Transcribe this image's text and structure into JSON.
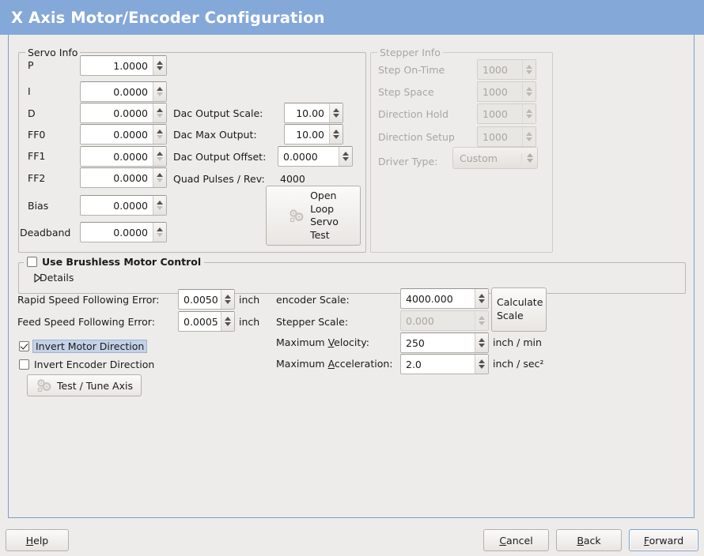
{
  "window": {
    "title": "X Axis Motor/Encoder Configuration",
    "title_bg": "#84a8d8",
    "panel_border": "#7e9ec9",
    "page_bg": "#edecea"
  },
  "servo_info": {
    "frame_label": "Servo Info",
    "rows": [
      {
        "label": "P",
        "value": "1.0000"
      },
      {
        "label": "I",
        "value": "0.0000"
      },
      {
        "label": "D",
        "value": "0.0000"
      },
      {
        "label": "FF0",
        "value": "0.0000"
      },
      {
        "label": "FF1",
        "value": "0.0000"
      },
      {
        "label": "FF2",
        "value": "0.0000"
      },
      {
        "label": "Bias",
        "value": "0.0000"
      },
      {
        "label": "Deadband",
        "value": "0.0000"
      }
    ],
    "dac": {
      "output_scale_label": "Dac Output Scale:",
      "output_scale_value": "10.00",
      "max_output_label": "Dac Max Output:",
      "max_output_value": "10.00",
      "output_offset_label": "Dac Output Offset:",
      "output_offset_value": "0.0000",
      "quad_pulses_label": "Quad Pulses / Rev:",
      "quad_pulses_value": "4000"
    },
    "open_loop_button": {
      "line1": "Open",
      "line2": "Loop",
      "line3": "Servo",
      "line4": "Test",
      "icon": "gears-icon"
    }
  },
  "stepper_info": {
    "frame_label": "Stepper Info",
    "disabled": true,
    "rows": [
      {
        "label": "Step On-Time",
        "value": "1000"
      },
      {
        "label": "Step Space",
        "value": "1000"
      },
      {
        "label": "Direction Hold",
        "value": "1000"
      },
      {
        "label": "Direction Setup",
        "value": "1000"
      }
    ],
    "driver_type_label": "Driver Type:",
    "driver_type_value": "Custom"
  },
  "brushless": {
    "checkbox_label": "Use Brushless Motor Control",
    "checked": false,
    "details_label": "Details",
    "details_expanded": false
  },
  "following_error": {
    "rapid_label": "Rapid Speed Following Error:",
    "rapid_value": "0.0050",
    "rapid_units": "inch",
    "feed_label": "Feed Speed Following Error:",
    "feed_value": "0.0005",
    "feed_units": "inch"
  },
  "invert": {
    "motor_label": "Invert Motor Direction",
    "motor_checked": true,
    "motor_focused": true,
    "encoder_label": "Invert Encoder Direction",
    "encoder_checked": false
  },
  "test_tune_button": {
    "label": "Test / Tune Axis",
    "icon": "gears-icon"
  },
  "scales": {
    "encoder_scale_label": "encoder Scale:",
    "encoder_scale_value": "4000.000",
    "stepper_scale_label": "Stepper Scale:",
    "stepper_scale_value": "0.000",
    "stepper_scale_disabled": true,
    "calculate_button_line1": "Calculate",
    "calculate_button_line2": "Scale",
    "max_velocity_label_pre": "Maximum ",
    "max_velocity_label_mnemonic": "V",
    "max_velocity_label_post": "elocity:",
    "max_velocity_value": "250",
    "max_velocity_units": "inch / min",
    "max_accel_label_pre": "Maximum ",
    "max_accel_label_mnemonic": "A",
    "max_accel_label_post": "cceleration:",
    "max_accel_value": "2.0",
    "max_accel_units": "inch / sec²"
  },
  "actions": {
    "help_pre": "",
    "help_mnemonic": "H",
    "help_post": "elp",
    "cancel_pre": "",
    "cancel_mnemonic": "C",
    "cancel_post": "ancel",
    "back_pre": "",
    "back_mnemonic": "B",
    "back_post": "ack",
    "forward_pre": "",
    "forward_mnemonic": "F",
    "forward_post": "orward",
    "forward_focused": true
  }
}
